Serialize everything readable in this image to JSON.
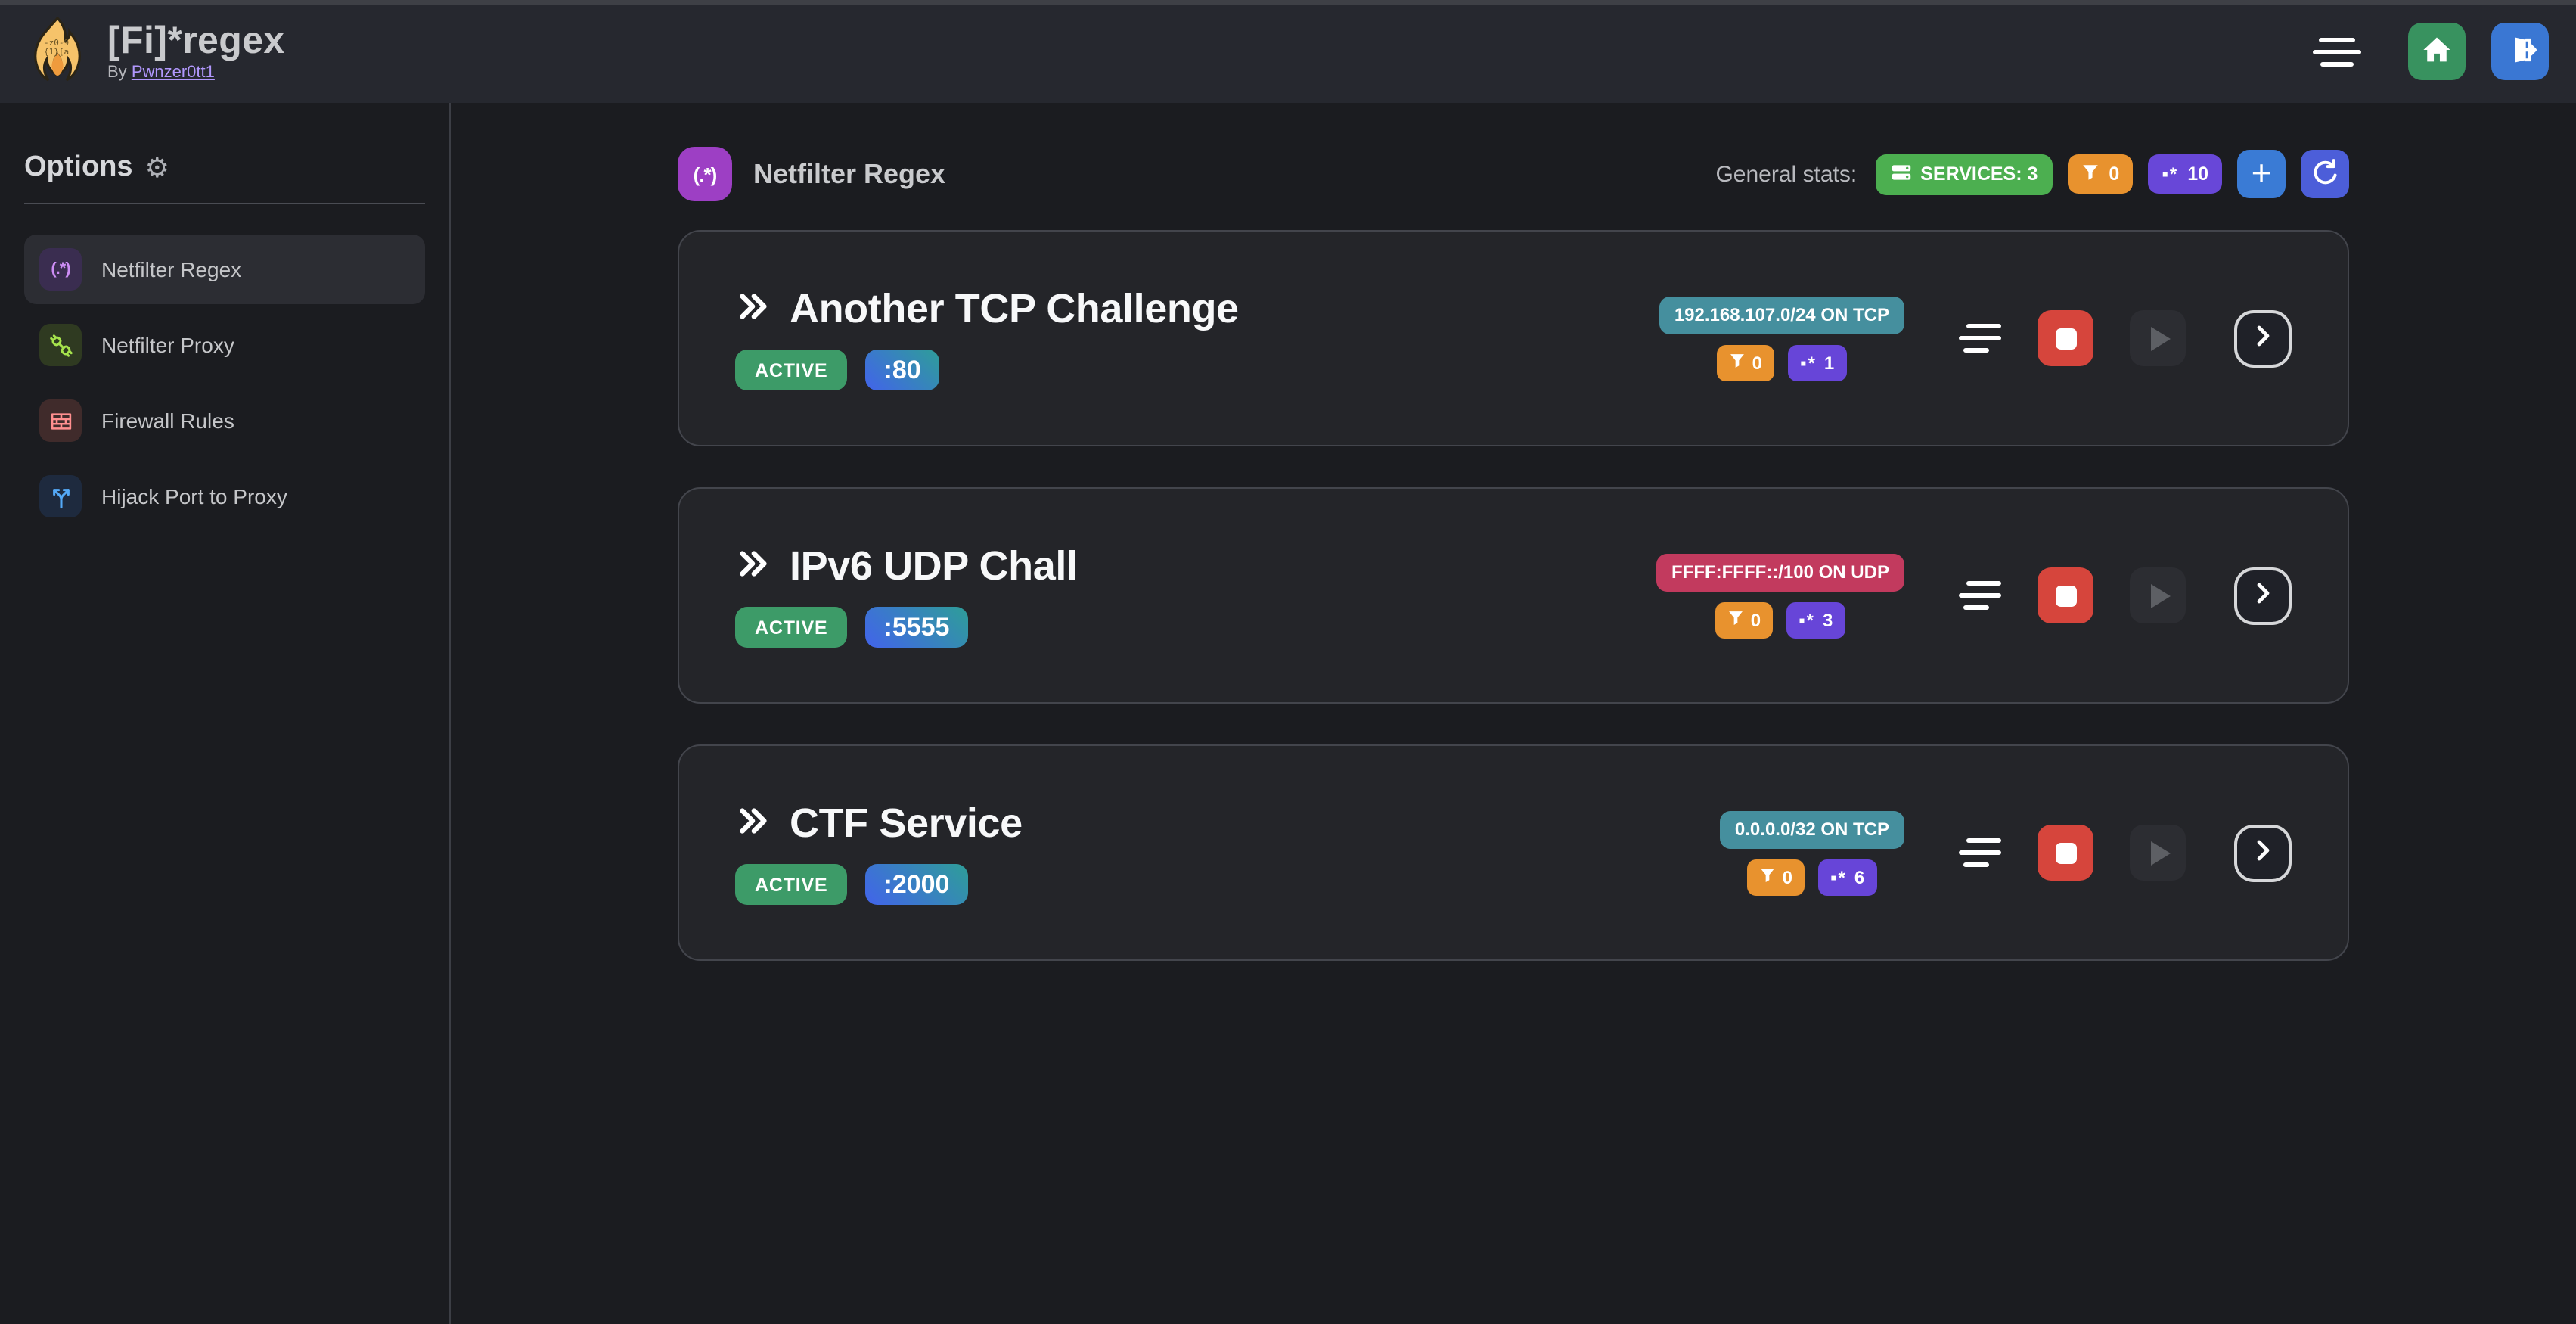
{
  "icons": {
    "regex_paren_glyph": "(.*)",
    "regex_dot_star": "▪*",
    "gear": "⚙",
    "plus": "+"
  },
  "navbar": {
    "title": "[Fi]*regex",
    "byline_prefix": "By",
    "byline_link": "Pwnzer0tt1"
  },
  "sidebar": {
    "heading": "Options",
    "items": [
      {
        "label": "Netfilter Regex"
      },
      {
        "label": "Netfilter Proxy"
      },
      {
        "label": "Firewall Rules"
      },
      {
        "label": "Hijack Port to Proxy"
      }
    ]
  },
  "main": {
    "header": {
      "title": "Netfilter Regex",
      "stats_label": "General stats:",
      "services_badge": "SERVICES: 3",
      "filter_count": "0",
      "regex_count": "10"
    }
  },
  "services": [
    {
      "name": "Another TCP Challenge",
      "status": "ACTIVE",
      "port": ":80",
      "address": "192.168.107.0/24 ON TCP",
      "address_color": "teal",
      "filter_count": "0",
      "regex_count": "1"
    },
    {
      "name": "IPv6 UDP Chall",
      "status": "ACTIVE",
      "port": ":5555",
      "address": "FFFF:FFFF::/100 ON UDP",
      "address_color": "pink",
      "filter_count": "0",
      "regex_count": "3"
    },
    {
      "name": "CTF Service",
      "status": "ACTIVE",
      "port": ":2000",
      "address": "0.0.0.0/32 ON TCP",
      "address_color": "teal",
      "filter_count": "0",
      "regex_count": "6"
    }
  ]
}
